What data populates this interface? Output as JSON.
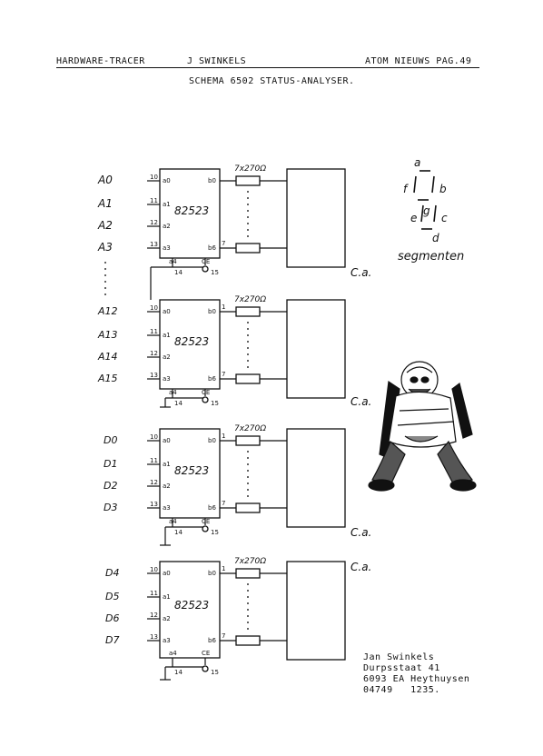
{
  "header": {
    "left": "HARDWARE-TRACER",
    "middle": "J SWINKELS",
    "right": "ATOM NIEUWS PAG.49"
  },
  "title": "SCHEMA 6502 STATUS-ANALYSER.",
  "chip_label": "82523",
  "resistor_label": "7x270Ω",
  "output_label": "C.a.",
  "pins": {
    "p10": "10",
    "p11": "11",
    "p12": "12",
    "p13": "13",
    "p14": "14",
    "p15": "15",
    "p1": "1",
    "p7": "7",
    "a0": "a0",
    "a1": "a1",
    "a2": "a2",
    "a3": "a3",
    "a4": "a4",
    "b0": "b0",
    "b6": "b6",
    "ce": "CE"
  },
  "blocks": [
    {
      "inputs": [
        "A0",
        "A1",
        "A2",
        "A3"
      ]
    },
    {
      "inputs": [
        "A12",
        "A13",
        "A14",
        "A15"
      ]
    },
    {
      "inputs": [
        "D0",
        "D1",
        "D2",
        "D3"
      ]
    },
    {
      "inputs": [
        "D4",
        "D5",
        "D6",
        "D7"
      ]
    }
  ],
  "segment_legend": {
    "a": "a",
    "b": "b",
    "c": "c",
    "d": "d",
    "e": "e",
    "f": "f",
    "g": "g",
    "caption": "segmenten"
  },
  "address": {
    "line1": "Jan Swinkels",
    "line2": "Durpsstaat 41",
    "line3": "6093 EA Heythuysen",
    "line4": "04749   1235."
  }
}
